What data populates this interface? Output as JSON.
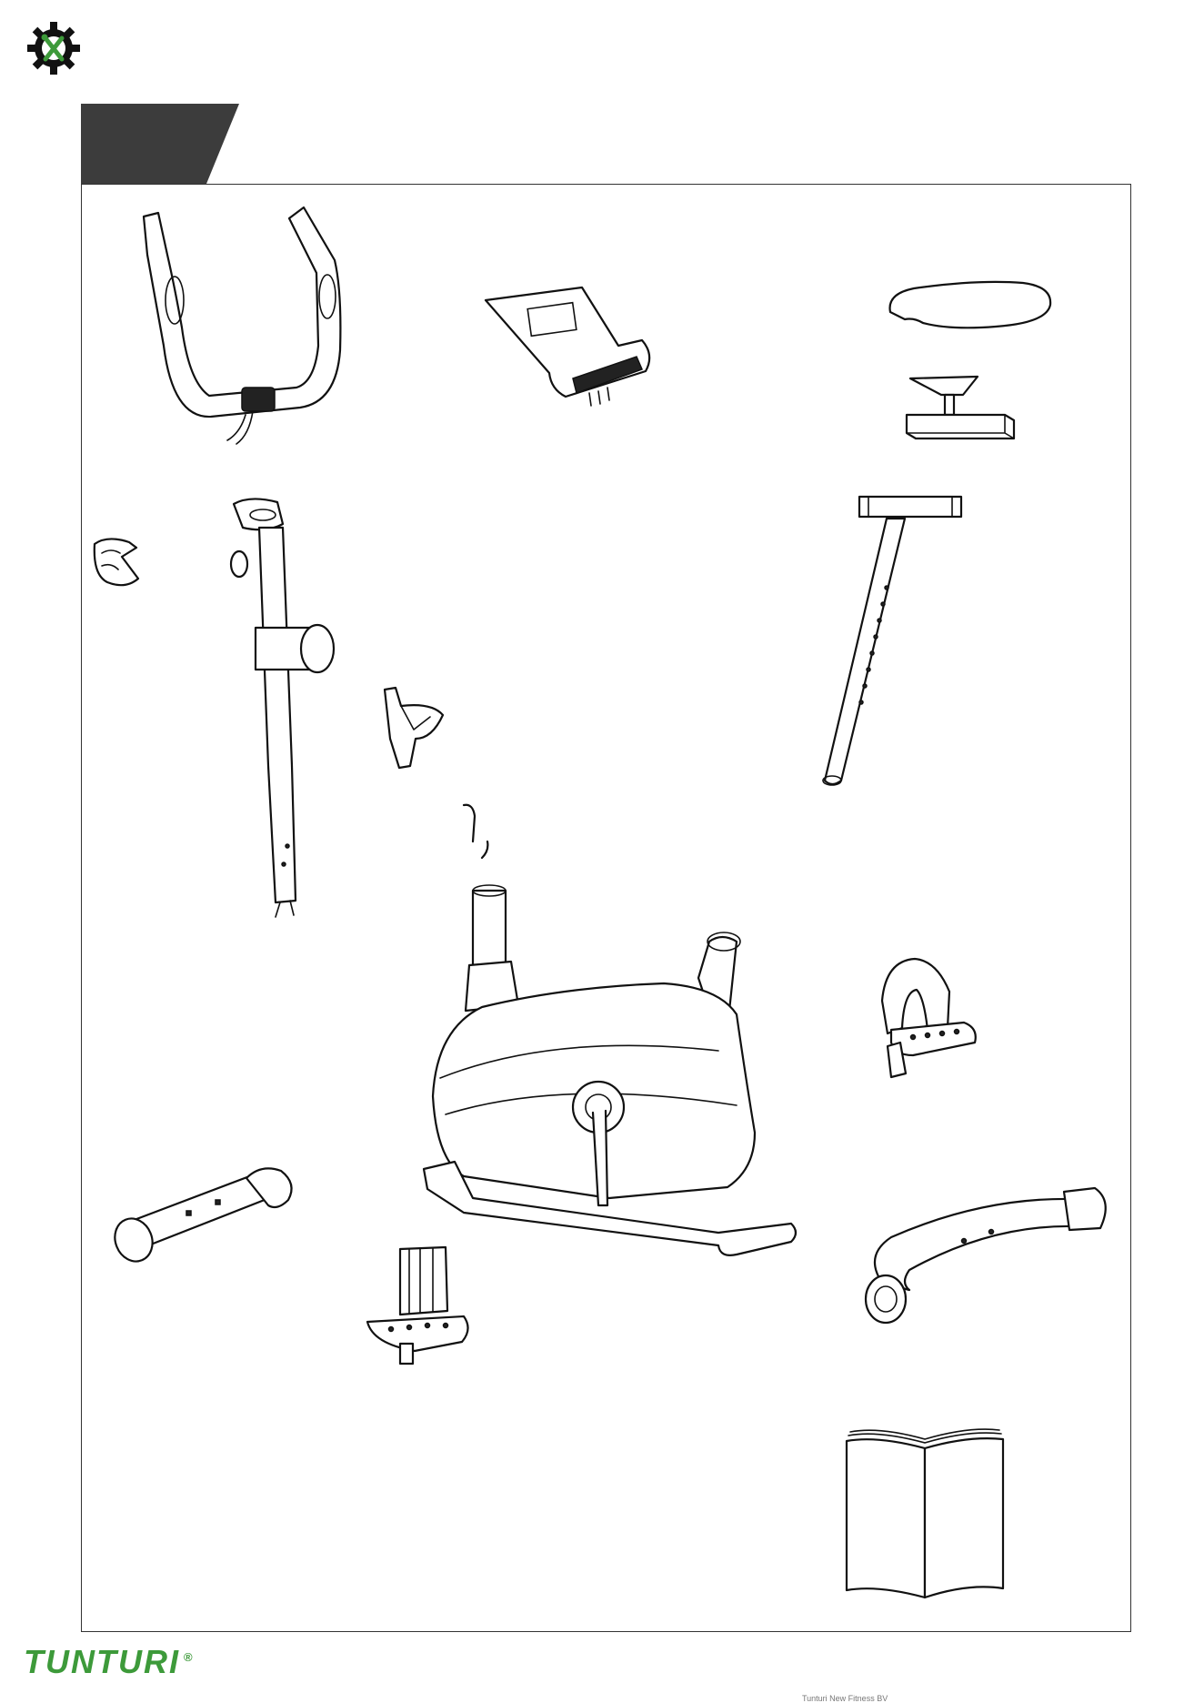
{
  "brand": {
    "name": "TUNTURI",
    "registered_mark": "®",
    "color": "#3d9a3a"
  },
  "header": {
    "logo_icon": "gear-wrench-screwdriver-icon",
    "tab_color": "#3c3c3c"
  },
  "parts": [
    {
      "id": "handlebar",
      "icon": "handlebar-icon"
    },
    {
      "id": "console",
      "icon": "console-icon"
    },
    {
      "id": "saddle",
      "icon": "saddle-icon"
    },
    {
      "id": "seat-slider",
      "icon": "seat-slider-icon"
    },
    {
      "id": "seat-post",
      "icon": "seat-post-icon"
    },
    {
      "id": "small-cover",
      "icon": "cover-icon"
    },
    {
      "id": "handlebar-post",
      "icon": "handlebar-post-icon"
    },
    {
      "id": "bottle-holder",
      "icon": "bottle-holder-icon"
    },
    {
      "id": "main-frame",
      "icon": "bike-frame-icon"
    },
    {
      "id": "pedal-right",
      "icon": "pedal-icon"
    },
    {
      "id": "front-stabilizer",
      "icon": "stabilizer-icon"
    },
    {
      "id": "pedal-left",
      "icon": "pedal-icon"
    },
    {
      "id": "rear-stabilizer",
      "icon": "stabilizer-icon"
    },
    {
      "id": "manual",
      "icon": "manual-book-icon"
    }
  ],
  "footer": {
    "note": "Tunturi New Fitness BV"
  }
}
